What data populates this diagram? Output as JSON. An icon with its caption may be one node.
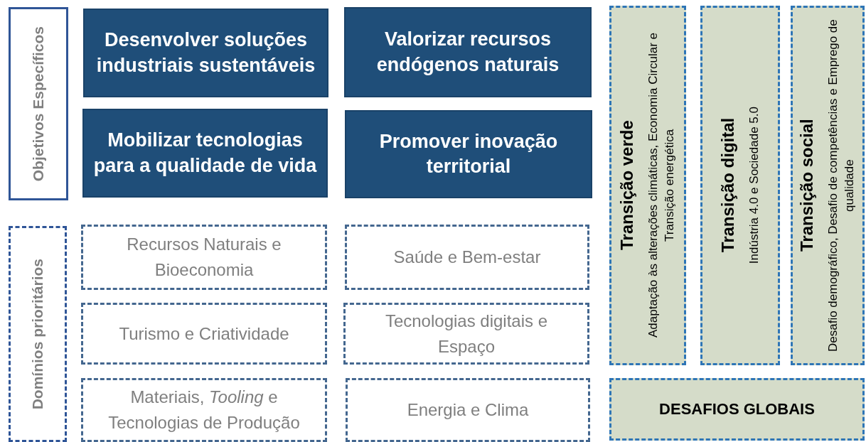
{
  "diagram": {
    "nodes": [
      {
        "text": [
          "Objetivos Específicos"
        ]
      },
      {
        "text": [
          "Desenvolver soluções industriais sustentáveis"
        ]
      },
      {
        "text": [
          "Valorizar recursos endógenos naturais"
        ]
      },
      {
        "text": [
          "Mobilizar tecnologias para a qualidade de vida"
        ]
      },
      {
        "text": [
          "Promover inovação territorial"
        ]
      },
      {
        "text": [
          "Domínios prioritários"
        ]
      },
      {
        "text": [
          "Recursos Naturais e Bioeconomia"
        ]
      },
      {
        "text": [
          "Saúde e Bem-estar"
        ]
      },
      {
        "text": [
          "Turismo e Criatividade"
        ]
      },
      {
        "text": [
          "Tecnologias digitais e Espaço"
        ]
      },
      {
        "text": [
          "Materiais, *Tooling* e Tecnologias de Produção"
        ]
      },
      {
        "text": [
          "Energia e Clima"
        ]
      },
      {
        "text": [
          "Transição verde",
          "Adaptação às alterações climáticas, Economia Circular e Transição energética"
        ]
      },
      {
        "text": [
          "Transição digital",
          "Indústria 4.0 e Sociedade 5.0"
        ]
      },
      {
        "text": [
          "Transição social",
          "Desafio demográfico,  Desafio de competências e Emprego de qualidade"
        ]
      },
      {
        "text": [
          "DESAFIOS GLOBAIS"
        ]
      }
    ]
  }
}
